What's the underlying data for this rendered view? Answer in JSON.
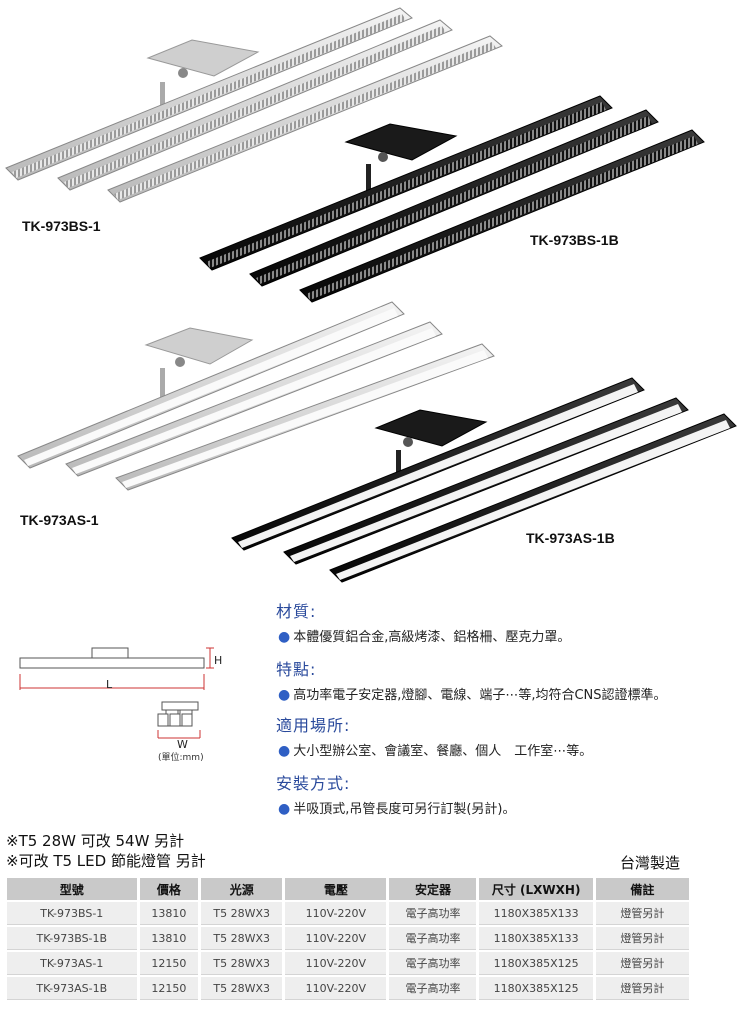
{
  "products": [
    {
      "label": "TK-973BS-1"
    },
    {
      "label": "TK-973BS-1B"
    },
    {
      "label": "TK-973AS-1"
    },
    {
      "label": "TK-973AS-1B"
    }
  ],
  "dimension_diagram": {
    "h": "H",
    "l": "L",
    "w": "W",
    "unit": "(單位:mm)"
  },
  "sections": [
    {
      "title": "材質:",
      "line": "本體優質鋁合金,高級烤漆、鋁格柵、壓克力罩。"
    },
    {
      "title": "特點:",
      "line": "高功率電子安定器,燈腳、電線、端子⋯等,均符合CNS認證標準。"
    },
    {
      "title": "適用場所:",
      "line": "大小型辦公室、會議室、餐廳、個人　工作室⋯等。"
    },
    {
      "title": "安裝方式:",
      "line": "半吸頂式,吊管長度可另行訂製(另計)。"
    }
  ],
  "notes": [
    "※T5 28W 可改 54W 另計",
    "※可改 T5 LED 節能燈管 另計"
  ],
  "made_in": "台灣製造",
  "table": {
    "headers": [
      "型號",
      "價格",
      "光源",
      "電壓",
      "安定器",
      "尺寸 (LXWXH)",
      "備註"
    ],
    "rows": [
      [
        "TK-973BS-1",
        "13810",
        "T5 28WX3",
        "110V-220V",
        "電子高功率",
        "1180X385X133",
        "燈管另計"
      ],
      [
        "TK-973BS-1B",
        "13810",
        "T5 28WX3",
        "110V-220V",
        "電子高功率",
        "1180X385X133",
        "燈管另計"
      ],
      [
        "TK-973AS-1",
        "12150",
        "T5 28WX3",
        "110V-220V",
        "電子高功率",
        "1180X385X125",
        "燈管另計"
      ],
      [
        "TK-973AS-1B",
        "12150",
        "T5 28WX3",
        "110V-220V",
        "電子高功率",
        "1180X385X125",
        "燈管另計"
      ]
    ]
  },
  "colors": {
    "silver": "#d8d8d8",
    "black": "#141414",
    "accent": "#2a4a9c",
    "bullet": "#2f5fc4"
  }
}
